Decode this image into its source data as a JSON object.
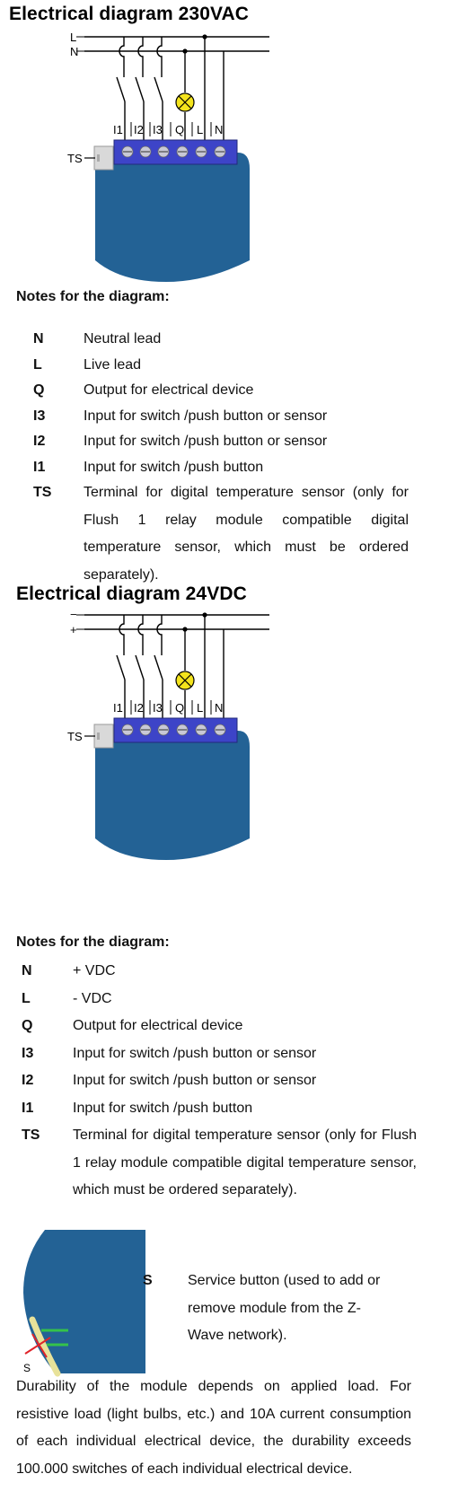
{
  "section1": {
    "title": "Electrical diagram 230VAC",
    "diagram": {
      "line_labels": [
        "L",
        "N"
      ],
      "terminals": [
        "I1",
        "I2",
        "I3",
        "Q",
        "L",
        "N"
      ],
      "sensor_label": "TS",
      "colors": {
        "module": "#236295",
        "terminal_block": "#3d44c8",
        "lamp": "#f4e41c",
        "sensor": "#d9d9d9"
      }
    },
    "notes_title": "Notes for the diagram:",
    "notes": [
      {
        "code": "N",
        "desc": "Neutral lead"
      },
      {
        "code": "L",
        "desc": "Live lead"
      },
      {
        "code": "Q",
        "desc": "Output for electrical device"
      },
      {
        "code": "I3",
        "desc": "Input for switch /push button or sensor"
      },
      {
        "code": "I2",
        "desc": "Input for switch /push button or sensor"
      },
      {
        "code": "I1",
        "desc": "Input for switch /push button"
      },
      {
        "code": "TS",
        "desc": "Terminal for digital temperature sensor (only for Flush 1 relay module compatible digital temperature sensor, which must be ordered separately)."
      }
    ]
  },
  "section2": {
    "title": "Electrical diagram 24VDC",
    "diagram": {
      "line_labels": [
        "−",
        "+"
      ],
      "terminals": [
        "I1",
        "I2",
        "I3",
        "Q",
        "L",
        "N"
      ],
      "sensor_label": "TS"
    },
    "notes_title": "Notes for the diagram:",
    "notes": [
      {
        "code": "N",
        "desc": "+ VDC"
      },
      {
        "code": "L",
        "desc": "- VDC"
      },
      {
        "code": "Q",
        "desc": "Output for electrical device"
      },
      {
        "code": "I3",
        "desc": "Input for switch /push button or sensor"
      },
      {
        "code": "I2",
        "desc": "Input for switch /push button or sensor"
      },
      {
        "code": "I1",
        "desc": "Input for switch /push button"
      },
      {
        "code": "TS",
        "desc": "Terminal for digital temperature sensor (only for Flush 1 relay module compatible digital temperature sensor, which must be ordered separately)."
      }
    ]
  },
  "service": {
    "image_label": "S",
    "code": "S",
    "desc": "Service button (used to add or remove module from the Z-Wave network).",
    "colors": {
      "stripe": "#e8e29a",
      "leds": "#35c24a",
      "cross": "#e0242a"
    }
  },
  "durability": "Durability of the module depends on applied load. For resistive load (light bulbs, etc.) and 10A current consumption of each individual electrical device, the durability exceeds 100.000 switches of each individual electrical device."
}
